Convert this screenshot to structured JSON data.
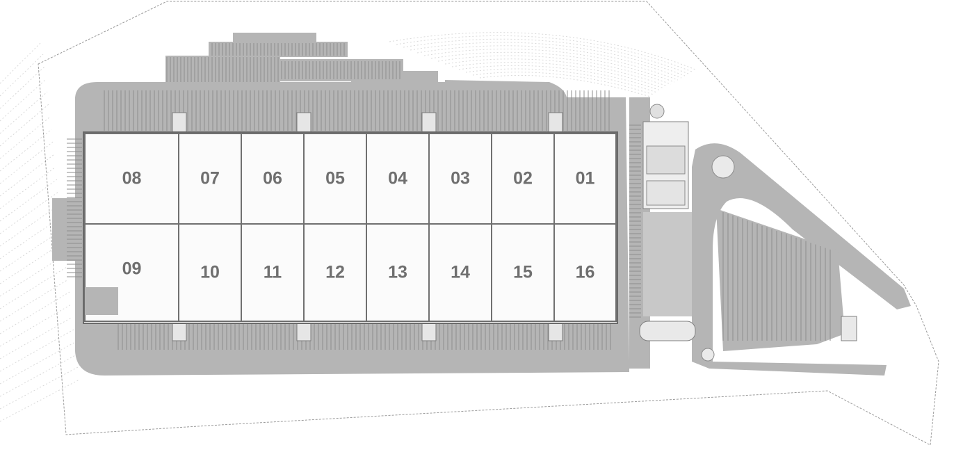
{
  "site_plan": {
    "units_top_row": [
      {
        "id": "unit-08",
        "label": "08"
      },
      {
        "id": "unit-07",
        "label": "07"
      },
      {
        "id": "unit-06",
        "label": "06"
      },
      {
        "id": "unit-05",
        "label": "05"
      },
      {
        "id": "unit-04",
        "label": "04"
      },
      {
        "id": "unit-03",
        "label": "03"
      },
      {
        "id": "unit-02",
        "label": "02"
      },
      {
        "id": "unit-01",
        "label": "01"
      }
    ],
    "units_bottom_row": [
      {
        "id": "unit-09",
        "label": "09"
      },
      {
        "id": "unit-10",
        "label": "10"
      },
      {
        "id": "unit-11",
        "label": "11"
      },
      {
        "id": "unit-12",
        "label": "12"
      },
      {
        "id": "unit-13",
        "label": "13"
      },
      {
        "id": "unit-14",
        "label": "14"
      },
      {
        "id": "unit-15",
        "label": "15"
      },
      {
        "id": "unit-16",
        "label": "16"
      }
    ]
  },
  "colors": {
    "paved": "#b5b5b5",
    "unit_fill": "#fbfbfb",
    "unit_outline": "#707070",
    "label": "#6f6f6f"
  }
}
